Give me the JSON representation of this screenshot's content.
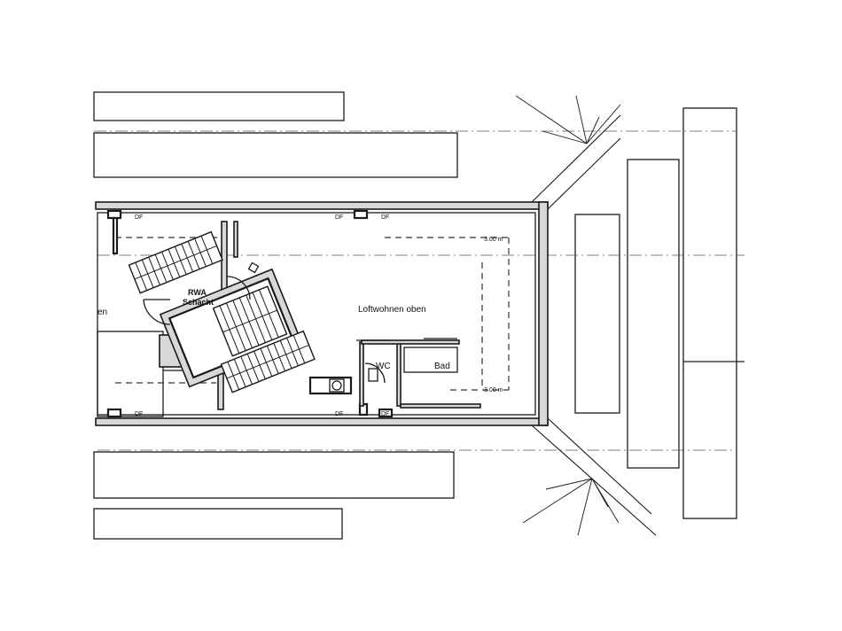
{
  "rooms": {
    "shaft_line1": "RWA",
    "shaft_line2": "Schacht",
    "loft": "Loftwohnen oben",
    "wc": "WC",
    "bath": "Bad",
    "cut_label": "en"
  },
  "windows": {
    "label": "DF"
  },
  "dimensions": {
    "top_height": "3.00 m",
    "bottom_height": "3.00 m"
  }
}
